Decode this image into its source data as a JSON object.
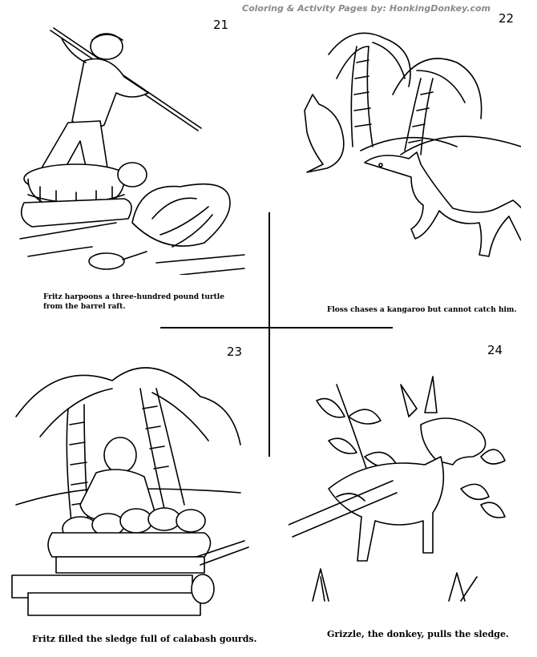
{
  "header": {
    "credit": "Coloring & Activity Pages by: HonkingDonkey.com",
    "text_color": "#8a8a8a"
  },
  "panels": [
    {
      "number": "21",
      "caption_lines": [
        "Fritz harpoons a three-hundred pound turtle",
        "from the barrel raft."
      ]
    },
    {
      "number": "22",
      "caption_lines": [
        "Floss chases a kangaroo but cannot catch him."
      ]
    },
    {
      "number": "23",
      "caption_lines": [
        "Fritz filled the sledge full of calabash gourds."
      ]
    },
    {
      "number": "24",
      "caption_lines": [
        "Grizzle, the donkey, pulls the sledge."
      ]
    }
  ]
}
